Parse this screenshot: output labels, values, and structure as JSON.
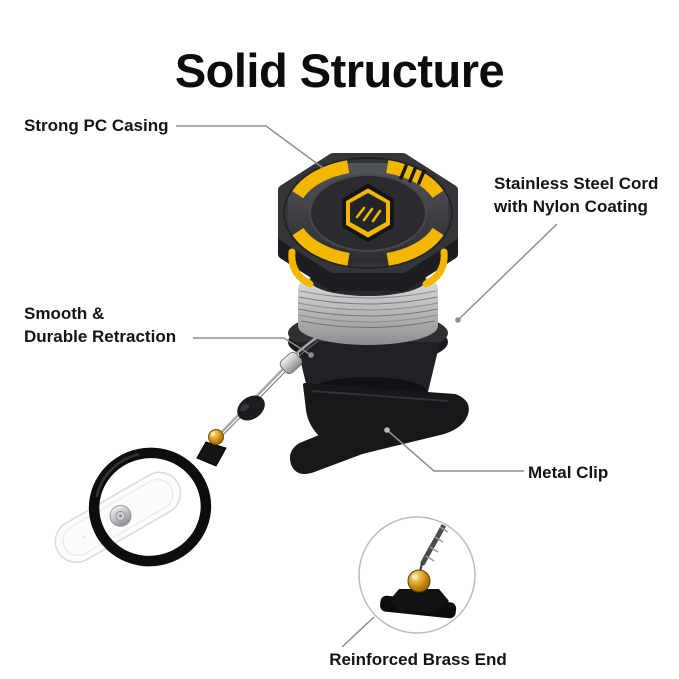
{
  "title": "Solid Structure",
  "callouts": {
    "pc_casing": {
      "label": "Strong PC Casing"
    },
    "steel_cord": {
      "line1": "Stainless Steel Cord",
      "line2": "with Nylon Coating"
    },
    "retraction": {
      "line1": "Smooth &",
      "line2": "Durable Retraction"
    },
    "metal_clip": {
      "label": "Metal Clip"
    },
    "brass_end": {
      "label": "Reinforced Brass End"
    }
  },
  "colors": {
    "accent_yellow": "#F3B700",
    "casing_dark": "#2C2D31",
    "clip_black": "#17181A",
    "brass": "#C8860B",
    "leader_line": "#8F8F8F",
    "text": "#141414",
    "background": "#FFFFFF"
  },
  "illustration_parts": [
    "badge-reel-cap",
    "cap-emblem",
    "steel-cord-coil",
    "metal-clip",
    "retractable-cord",
    "cord-stopper-bead",
    "brass-end-bead",
    "key-ring",
    "vinyl-strap",
    "snap-button",
    "brass-end-magnifier"
  ]
}
